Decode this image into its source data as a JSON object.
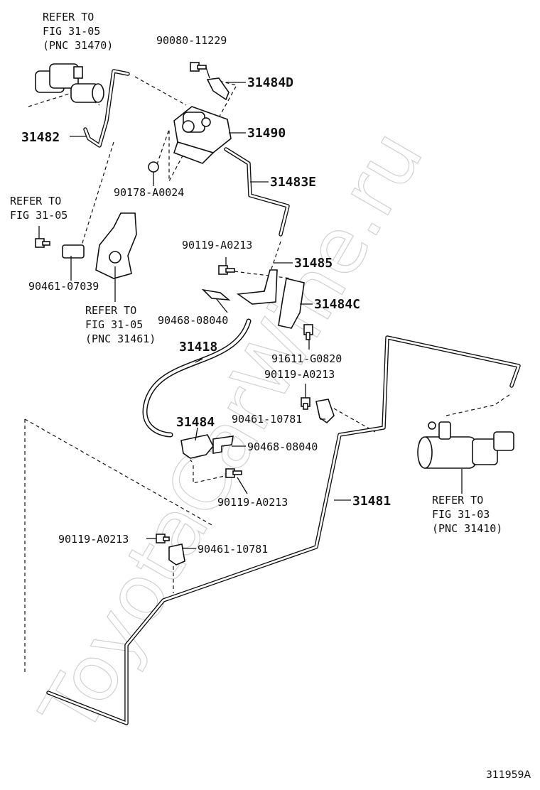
{
  "diagram": {
    "watermark": "ToyotaCarWine.ru",
    "diagram_id": "311959A",
    "refs": {
      "ref_31470": [
        "REFER TO",
        "FIG 31-05",
        "(PNC 31470)"
      ],
      "ref_bolt": [
        "REFER TO",
        "FIG 31-05"
      ],
      "ref_31461": [
        "REFER TO",
        "FIG 31-05",
        "(PNC 31461)"
      ],
      "ref_31410": [
        "REFER TO",
        "FIG 31-03",
        "(PNC 31410)"
      ]
    },
    "pnc_labels": {
      "p31484D": "31484D",
      "p31490": "31490",
      "p31482": "31482",
      "p31483E": "31483E",
      "p31485": "31485",
      "p31484C": "31484C",
      "p31418": "31418",
      "p31484": "31484",
      "p31481": "31481"
    },
    "part_numbers": {
      "bolt_11229": "90080-11229",
      "nut_a0024": "90178-A0024",
      "bolt_a0213_top": "90119-A0213",
      "clamp_07039": "90461-07039",
      "clip_08040_top": "90468-08040",
      "bolt_g0820": "91611-G0820",
      "bolt_a0213_mid": "90119-A0213",
      "clamp_10781_mid": "90461-10781",
      "clip_08040_low": "90468-08040",
      "bolt_a0213_low": "90119-A0213",
      "bolt_a0213_bottom": "90119-A0213",
      "clamp_10781_bottom": "90461-10781"
    }
  }
}
